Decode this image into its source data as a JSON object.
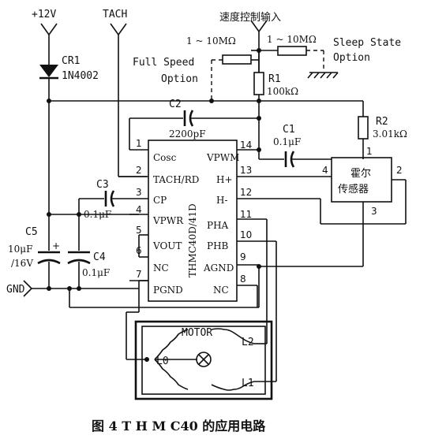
{
  "labels": {
    "v12": "+12V",
    "tach": "TACH",
    "speed_input": "速度控制输入",
    "res_10m_a": "1 ~ 10MΩ",
    "res_10m_b": "1 ~ 10MΩ",
    "sleep_line1": "Sleep State",
    "sleep_line2": "Option",
    "full_line1": "Full Speed",
    "full_line2": "Option",
    "r1_name": "R1",
    "r1_val": "100kΩ",
    "r2_name": "R2",
    "r2_val": "3.01kΩ",
    "c2_name": "C2",
    "c2_val": "2200pF",
    "c1_name": "C1",
    "c1_val": "0.1μF",
    "c3_name": "C3",
    "c3_val": "0.1μF",
    "c4_name": "C4",
    "c4_val": "0.1μF",
    "c5_name": "C5",
    "c5_val1": "10μF",
    "c5_val2": "/16V",
    "cr1_name": "CR1",
    "cr1_val": "1N4002",
    "gnd": "GND",
    "hall_line1": "霍尔",
    "hall_line2": "传感器",
    "motor": "MOTOR",
    "l0": "L0",
    "l1": "L1",
    "l2": "L2",
    "chip_name": "THMC40D/41D",
    "plus": "+",
    "caption": "图 4    T H M C40 的应用电路"
  },
  "pins_left": [
    {
      "num": "1",
      "label": "Cosc"
    },
    {
      "num": "2",
      "label": "TACH/RD"
    },
    {
      "num": "3",
      "label": "CP"
    },
    {
      "num": "4",
      "label": "VPWR"
    },
    {
      "num": "5",
      "label": "VOUT"
    },
    {
      "num": "6",
      "label": "NC"
    },
    {
      "num": "7",
      "label": "PGND"
    }
  ],
  "pins_right": [
    {
      "num": "14",
      "label": "VPWM"
    },
    {
      "num": "13",
      "label": "H+"
    },
    {
      "num": "12",
      "label": "H-"
    },
    {
      "num": "11",
      "label": "PHA"
    },
    {
      "num": "10",
      "label": "PHB"
    },
    {
      "num": "9",
      "label": "AGND"
    },
    {
      "num": "8",
      "label": "NC"
    }
  ],
  "hall_pins": [
    "1",
    "2",
    "3",
    "4"
  ]
}
